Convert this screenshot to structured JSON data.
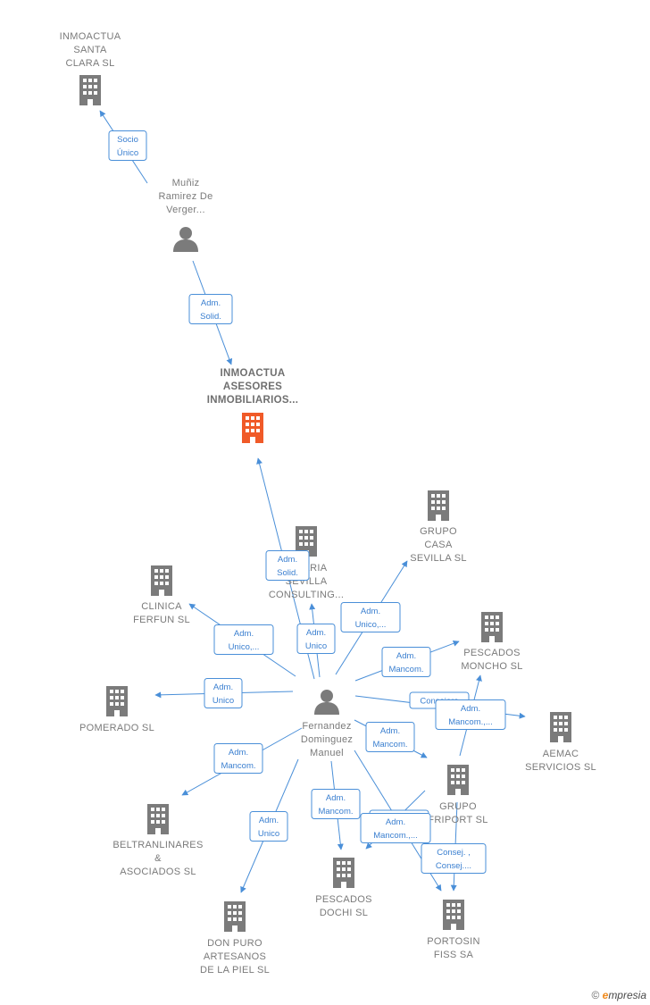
{
  "nodes": [
    {
      "id": "inmoactua-santa-clara",
      "type": "company",
      "lines": [
        "INMOACTUA",
        "SANTA",
        "CLARA  SL"
      ]
    },
    {
      "id": "muniz",
      "type": "person",
      "lines": [
        "Muñiz",
        "Ramirez De",
        "Verger..."
      ]
    },
    {
      "id": "inmoactua-asesores",
      "type": "company-main",
      "lines": [
        "INMOACTUA",
        "ASESORES",
        "INMOBILIARIOS..."
      ]
    },
    {
      "id": "grupo-casa-sevilla",
      "type": "company",
      "lines": [
        "GRUPO",
        "CASA",
        "SEVILLA  SL"
      ]
    },
    {
      "id": "inmobiliaria-sevilla",
      "type": "company",
      "lines": [
        "...LIARIA",
        "SEVILLA",
        "CONSULTING..."
      ]
    },
    {
      "id": "clinica-ferfun",
      "type": "company",
      "lines": [
        "CLINICA",
        "FERFUN SL"
      ]
    },
    {
      "id": "pescados-moncho",
      "type": "company",
      "lines": [
        "PESCADOS",
        "MONCHO SL"
      ]
    },
    {
      "id": "pomerado",
      "type": "company",
      "lines": [
        "POMERADO SL"
      ]
    },
    {
      "id": "fernandez",
      "type": "person",
      "lines": [
        "Fernandez",
        "Dominguez",
        "Manuel"
      ]
    },
    {
      "id": "aemac",
      "type": "company",
      "lines": [
        "AEMAC",
        "SERVICIOS SL"
      ]
    },
    {
      "id": "grupo-friport",
      "type": "company",
      "lines": [
        "GRUPO",
        "FRIPORT  SL"
      ]
    },
    {
      "id": "beltranlinares",
      "type": "company",
      "lines": [
        "BELTRANLINARES",
        "&",
        "ASOCIADOS SL"
      ]
    },
    {
      "id": "pescados-dochi",
      "type": "company",
      "lines": [
        "PESCADOS",
        "DOCHI  SL"
      ]
    },
    {
      "id": "portosin",
      "type": "company",
      "lines": [
        "PORTOSIN",
        "FISS SA"
      ]
    },
    {
      "id": "don-puro",
      "type": "company",
      "lines": [
        "DON PURO",
        "ARTESANOS",
        "DE LA PIEL SL"
      ]
    }
  ],
  "edges": [
    {
      "from": "muniz",
      "to": "inmoactua-santa-clara",
      "lines": [
        "Socio",
        "Único"
      ]
    },
    {
      "from": "muniz",
      "to": "inmoactua-asesores",
      "lines": [
        "Adm.",
        "Solid."
      ]
    },
    {
      "from": "fernandez",
      "to": "inmoactua-asesores",
      "lines": [
        "Adm.",
        "Solid."
      ]
    },
    {
      "from": "fernandez",
      "to": "inmobiliaria-sevilla",
      "lines": [
        "Adm.",
        "Unico"
      ]
    },
    {
      "from": "fernandez",
      "to": "grupo-casa-sevilla",
      "lines": [
        "Adm.",
        "Unico,..."
      ]
    },
    {
      "from": "fernandez",
      "to": "clinica-ferfun",
      "lines": [
        "Adm.",
        "Unico,..."
      ]
    },
    {
      "from": "fernandez",
      "to": "pescados-moncho",
      "lines": [
        "Adm.",
        "Mancom."
      ]
    },
    {
      "from": "fernandez",
      "to": "pomerado",
      "lines": [
        "Adm.",
        "Unico"
      ]
    },
    {
      "from": "fernandez",
      "to": "aemac",
      "lines": [
        "Consejero"
      ]
    },
    {
      "from": "grupo-friport",
      "to": "pescados-moncho",
      "lines": [
        "Adm.",
        "Mancom.,..."
      ]
    },
    {
      "from": "fernandez",
      "to": "grupo-friport",
      "lines": [
        "Adm.",
        "Mancom."
      ]
    },
    {
      "from": "fernandez",
      "to": "beltranlinares",
      "lines": [
        "Adm.",
        "Mancom."
      ]
    },
    {
      "from": "fernandez",
      "to": "pescados-dochi",
      "lines": [
        "Adm.",
        "Mancom."
      ]
    },
    {
      "from": "fernandez",
      "to": "portosin",
      "lines": [
        "Consej..."
      ]
    },
    {
      "from": "grupo-friport",
      "to": "pescados-dochi",
      "lines": [
        "Adm.",
        "Mancom.,..."
      ]
    },
    {
      "from": "grupo-friport",
      "to": "portosin",
      "lines": [
        "Consej. ,",
        "Consej...."
      ]
    },
    {
      "from": "fernandez",
      "to": "don-puro",
      "lines": [
        "Adm.",
        "Unico"
      ]
    }
  ],
  "colors": {
    "edge": "#4a8fd8",
    "company": "#7b7b7b",
    "main_company": "#f05a28",
    "person": "#7b7b7b"
  },
  "brand": {
    "symbol": "©",
    "e": "e",
    "rest": "mpresia"
  }
}
